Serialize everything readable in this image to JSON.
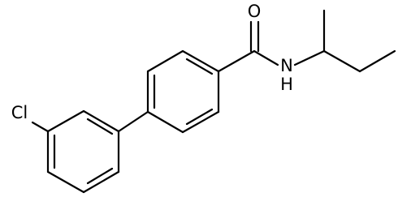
{
  "molecule": {
    "atom_labels": {
      "oxygen": "O",
      "nitrogen": "N",
      "hydrogen": "H",
      "chlorine": "Cl"
    }
  }
}
